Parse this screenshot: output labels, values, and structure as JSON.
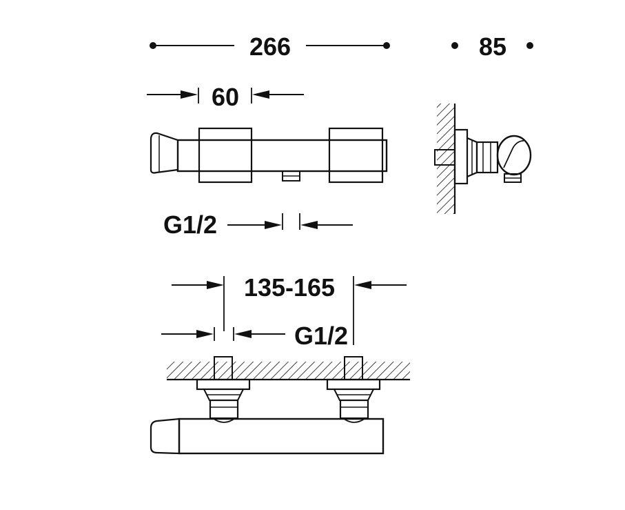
{
  "top_view": {
    "overall_width": "266",
    "handle_width": "60",
    "outlet": "G1/2"
  },
  "side_view": {
    "depth": "85"
  },
  "front_view": {
    "centers": "135-165",
    "inlet": "G1/2"
  },
  "colors": {
    "line": "#111111",
    "background": "#ffffff"
  }
}
